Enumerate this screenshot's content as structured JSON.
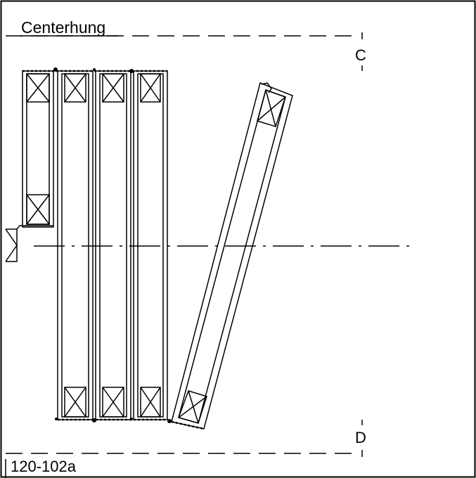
{
  "diagram": {
    "title": "Centerhung",
    "label_c": "C",
    "label_d": "D",
    "drawing_number": "120-102a"
  }
}
